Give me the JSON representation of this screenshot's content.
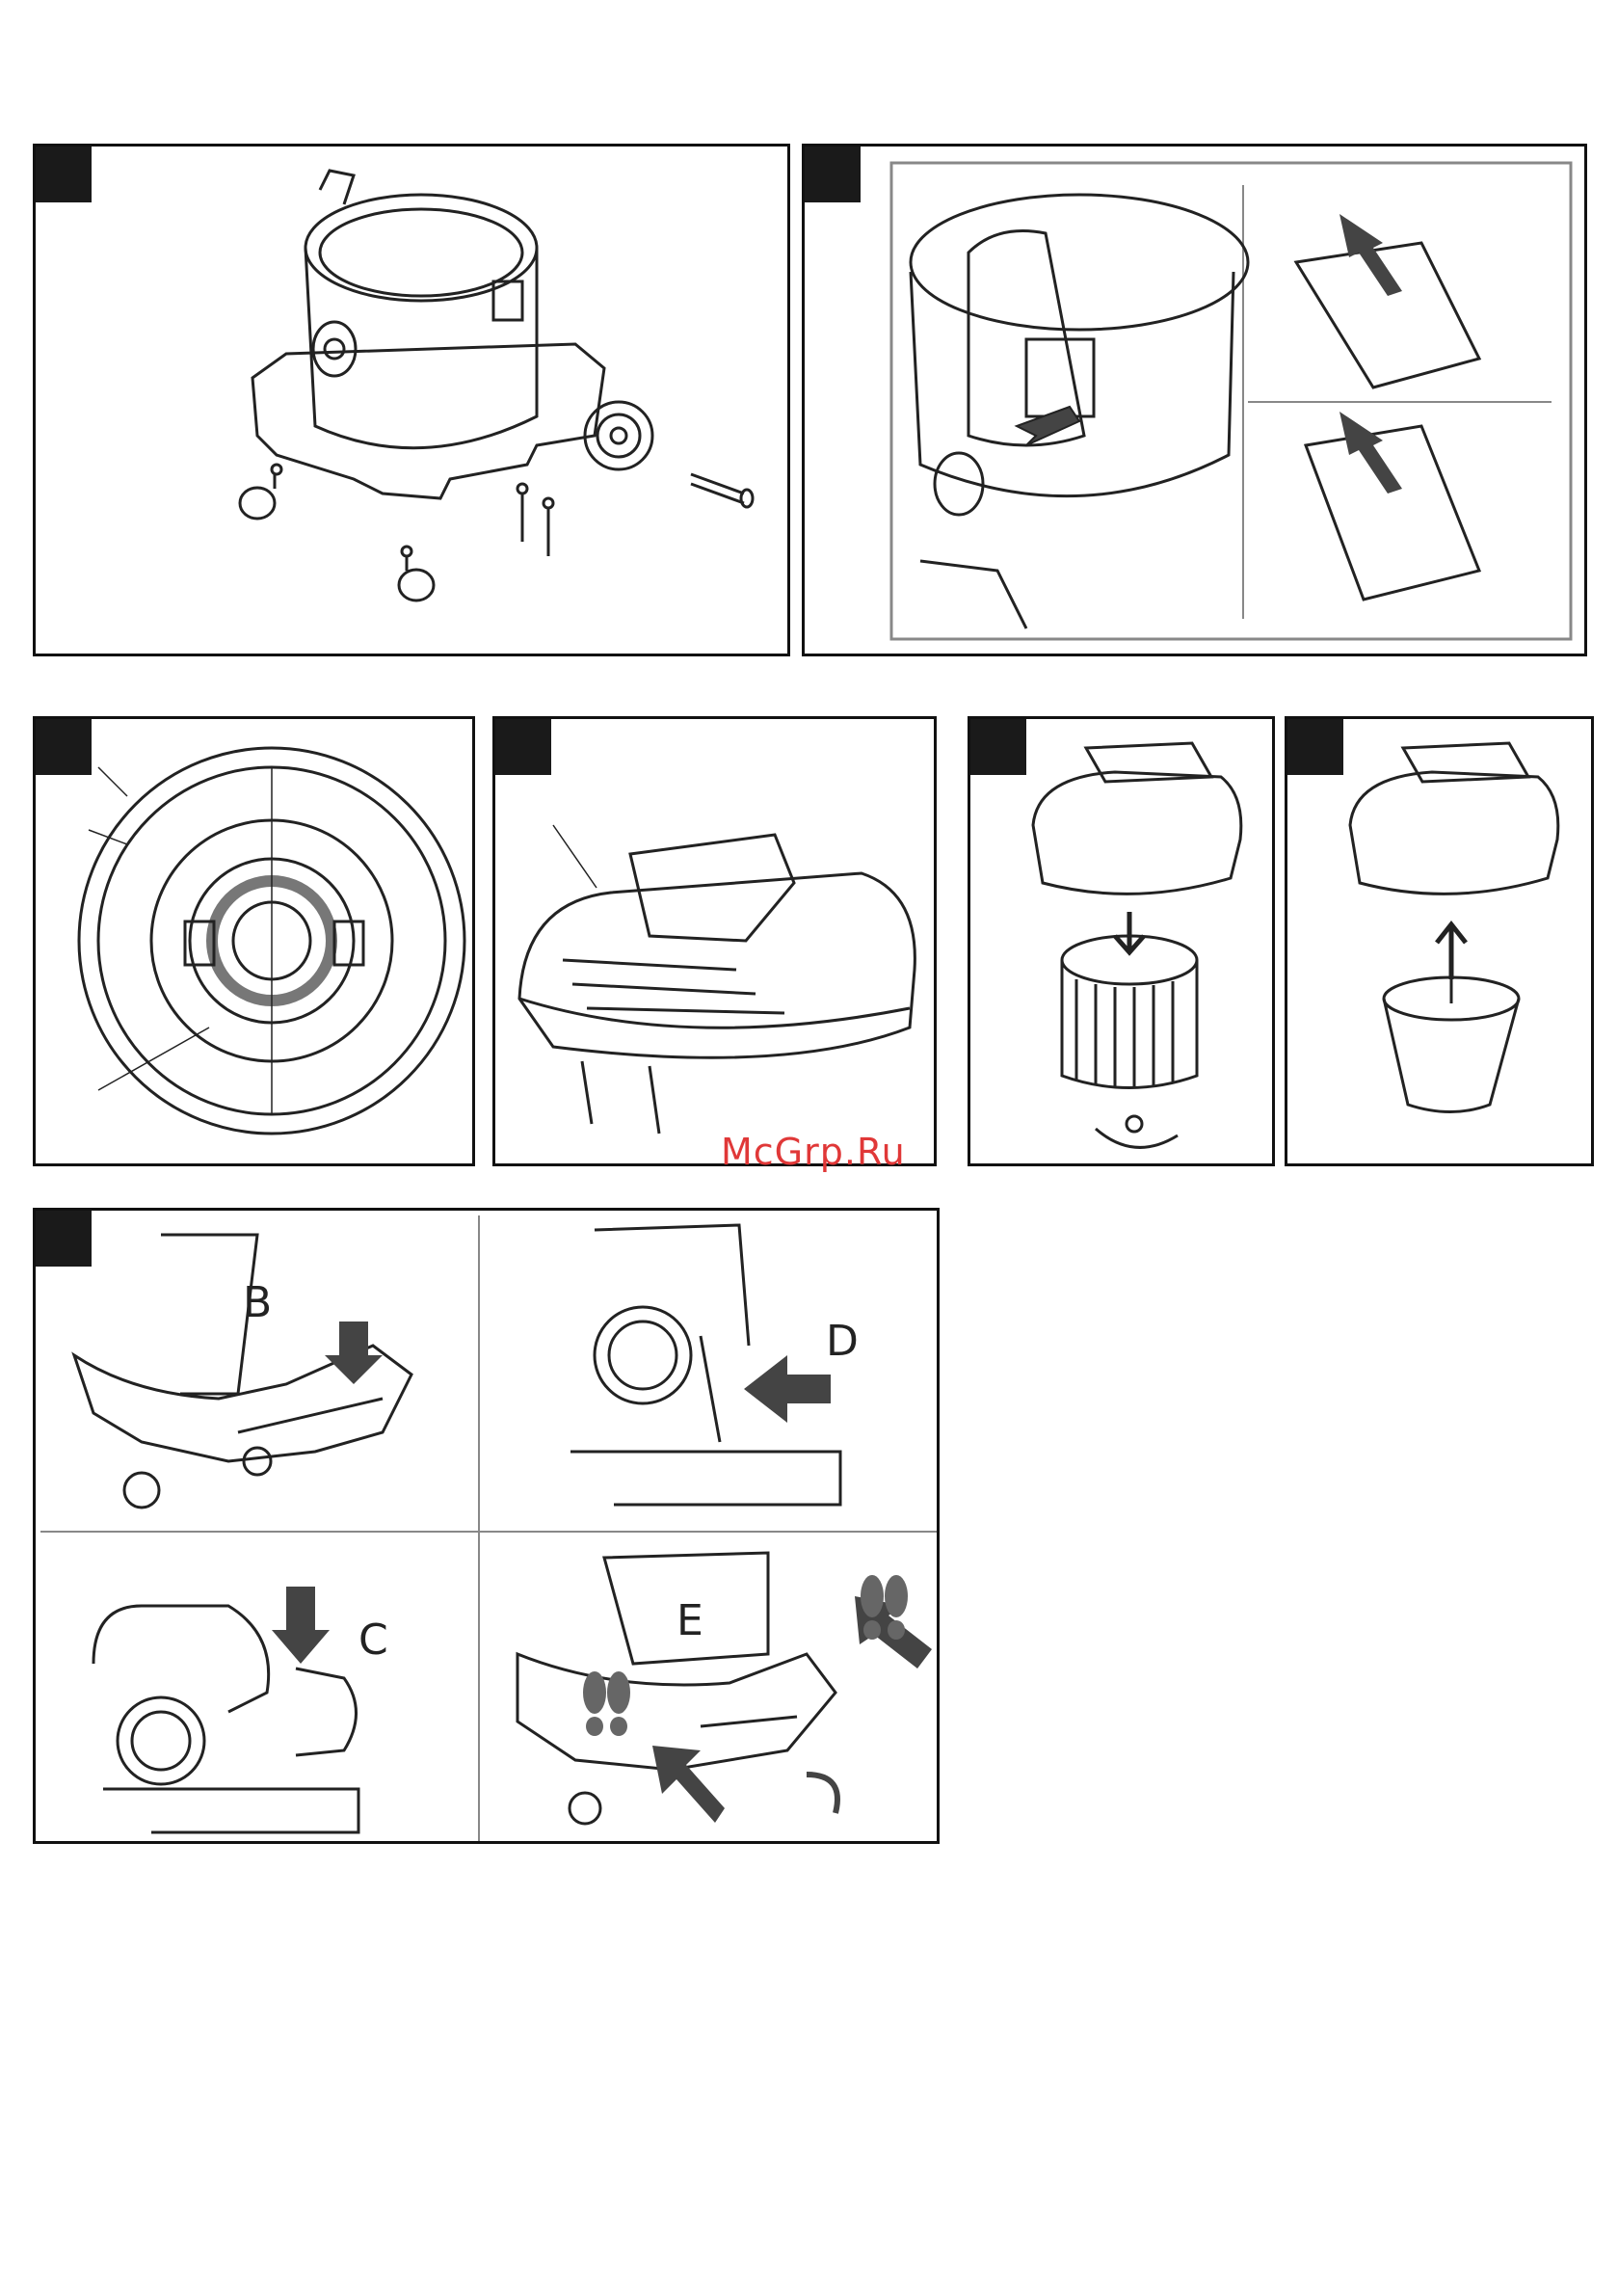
{
  "page": {
    "background": "#ffffff",
    "line_color": "#222222"
  },
  "watermark": {
    "text": "McGrp.Ru",
    "color": "#e03838"
  },
  "panels": [
    {
      "id": "fig-1",
      "badge": "",
      "content": "drum-assembly"
    },
    {
      "id": "fig-2",
      "badge": "",
      "content": "inlet-flap"
    },
    {
      "id": "fig-3",
      "badge": "",
      "content": "motor-head-underside"
    },
    {
      "id": "fig-4",
      "badge": "",
      "content": "motor-head"
    },
    {
      "id": "fig-5",
      "badge": "",
      "content": "cartridge-filter"
    },
    {
      "id": "fig-6",
      "badge": "",
      "content": "dust-bag"
    },
    {
      "id": "fig-7",
      "badge": "",
      "content": "pedal-operation"
    }
  ],
  "fig7_labels": {
    "b": "B",
    "c": "C",
    "d": "D",
    "e": "E"
  },
  "icons": [
    "arrow-down-icon",
    "arrow-up-icon",
    "arrow-left-icon",
    "rotate-arrow-icon",
    "footprint-icon"
  ]
}
